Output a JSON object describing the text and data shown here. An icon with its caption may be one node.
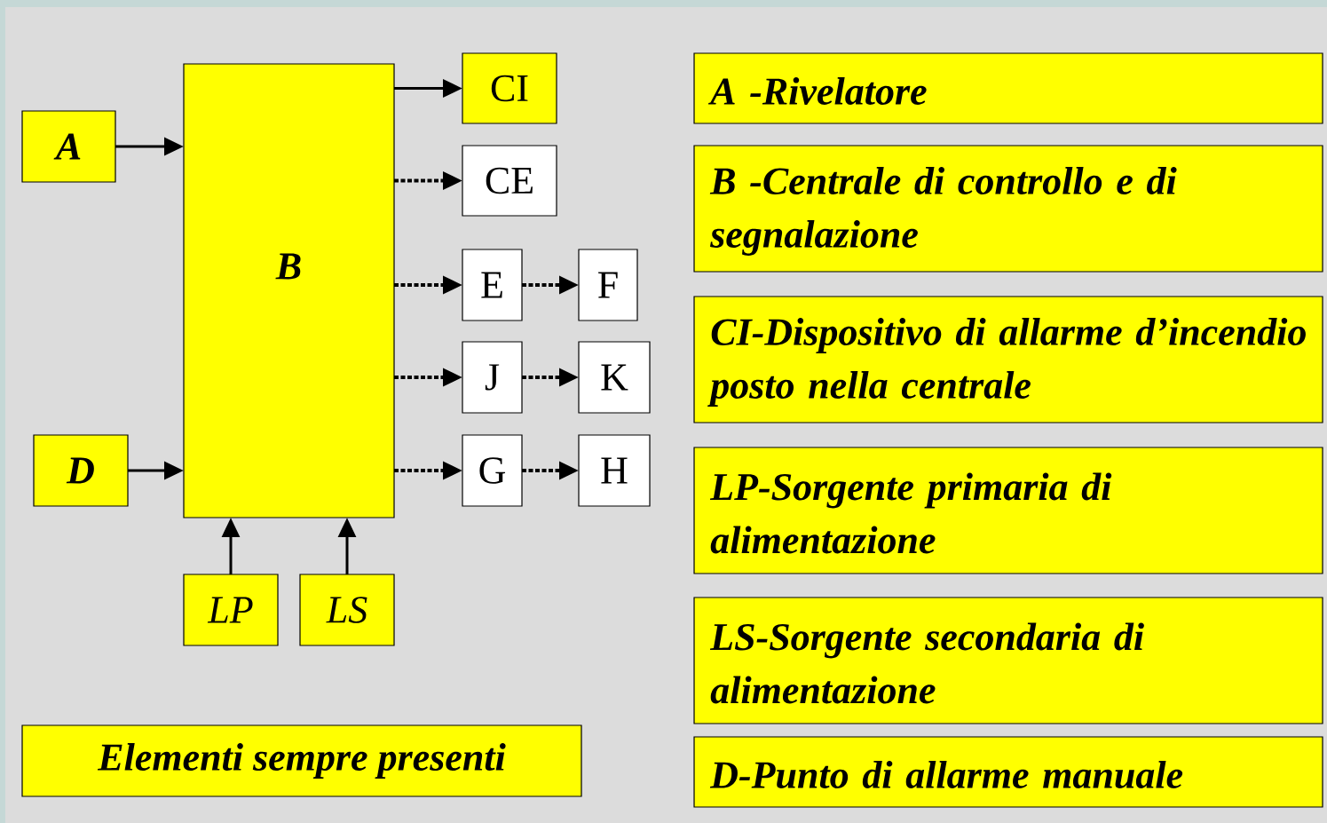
{
  "diagram": {
    "nodes": [
      {
        "text": [
          "A"
        ]
      },
      {
        "text": [
          "B"
        ]
      },
      {
        "text": [
          "CI"
        ]
      },
      {
        "text": [
          "CE"
        ]
      },
      {
        "text": [
          "E"
        ]
      },
      {
        "text": [
          "F"
        ]
      },
      {
        "text": [
          "J"
        ]
      },
      {
        "text": [
          "K"
        ]
      },
      {
        "text": [
          "D"
        ]
      },
      {
        "text": [
          "G"
        ]
      },
      {
        "text": [
          "H"
        ]
      },
      {
        "text": [
          "LP"
        ]
      },
      {
        "text": [
          "LS"
        ]
      },
      {
        "text": [
          "Elementi sempre presenti"
        ]
      },
      {
        "text": [
          "A -Rivelatore"
        ]
      },
      {
        "text": [
          "B -Centrale di controllo e di segnalazione"
        ]
      },
      {
        "text": [
          "CI-Dispositivo di allarme d’incendio posto nella centrale"
        ]
      },
      {
        "text": [
          "LP-Sorgente primaria di alimentazione"
        ]
      },
      {
        "text": [
          "LS-Sorgente secondaria di alimentazione"
        ]
      },
      {
        "text": [
          "D-Punto di allarme manuale"
        ]
      }
    ],
    "edges": [
      {
        "from": 0,
        "to": 1,
        "arrow": "to"
      },
      {
        "from": 1,
        "to": 2,
        "arrow": "to"
      },
      {
        "from": 1,
        "to": 3,
        "arrow": "to",
        "style": "dashed"
      },
      {
        "from": 1,
        "to": 4,
        "arrow": "to",
        "style": "dashed"
      },
      {
        "from": 4,
        "to": 5,
        "arrow": "to",
        "style": "dashed"
      },
      {
        "from": 1,
        "to": 6,
        "arrow": "to",
        "style": "dashed"
      },
      {
        "from": 6,
        "to": 7,
        "arrow": "to",
        "style": "dashed"
      },
      {
        "from": 8,
        "to": 1,
        "arrow": "to"
      },
      {
        "from": 1,
        "to": 9,
        "arrow": "to",
        "style": "dashed"
      },
      {
        "from": 9,
        "to": 10,
        "arrow": "to",
        "style": "dashed"
      },
      {
        "from": 11,
        "to": 1,
        "arrow": "to"
      },
      {
        "from": 12,
        "to": 1,
        "arrow": "to"
      }
    ]
  }
}
